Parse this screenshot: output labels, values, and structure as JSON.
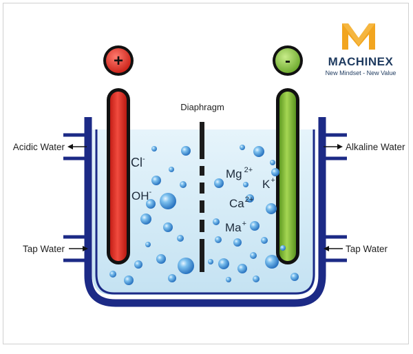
{
  "diagram": {
    "left_outlet": "Acidic Water",
    "right_outlet": "Alkaline Water",
    "left_inlet": "Tap Water",
    "right_inlet": "Tap Water",
    "membrane": "Diaphragm",
    "anode_sign": "+",
    "cathode_sign": "-",
    "anode_ions": [
      {
        "base": "Cl",
        "sup": "-"
      },
      {
        "base": "OH",
        "sup": "-"
      }
    ],
    "cathode_ions": [
      {
        "base": "Mg",
        "sup": "2+"
      },
      {
        "base": "K",
        "sup": "+"
      },
      {
        "base": "Ca",
        "sup": "2+"
      },
      {
        "base": "Ma",
        "sup": "+"
      }
    ]
  },
  "logo": {
    "letter": "M",
    "name": "MACHINEX",
    "tagline": "New Mindset - New Value"
  },
  "colors": {
    "water": "#d6ecf6",
    "tank": "#1c2a86",
    "anode": "#e8342a",
    "cathode": "#86bf3a",
    "bubble": "#3b8fd6",
    "logo_gold": "#f2a51f",
    "logo_navy": "#1e3a5f"
  }
}
